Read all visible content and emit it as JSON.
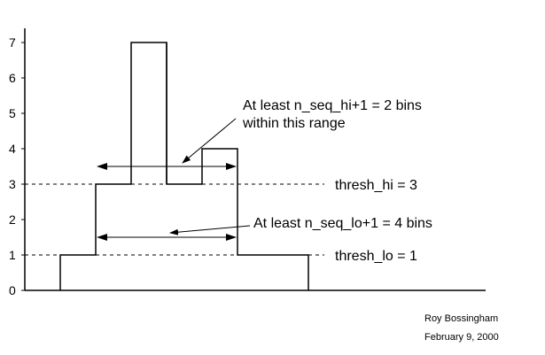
{
  "chart_data": {
    "type": "bar",
    "title": "",
    "xlabel": "",
    "ylabel": "",
    "ylim": [
      0,
      7
    ],
    "yticks": [
      "0",
      "1",
      "2",
      "3",
      "4",
      "5",
      "6",
      "7"
    ],
    "grid": false,
    "x": [
      1,
      2,
      3,
      4,
      5,
      6,
      7
    ],
    "values": [
      1,
      3,
      7,
      3,
      4,
      1,
      1
    ],
    "thresholds": [
      {
        "label": "thresh_hi = 3",
        "value": 3
      },
      {
        "label": "thresh_lo = 1",
        "value": 1
      }
    ],
    "annotations": [
      {
        "lines": [
          "At least  n_seq_hi+1 = 2 bins",
          "within this range"
        ],
        "range": [
          2,
          5
        ],
        "level": 3.5
      },
      {
        "lines": [
          "At least  n_seq_lo+1 = 4 bins"
        ],
        "range": [
          2,
          5
        ],
        "level": 1.5
      }
    ]
  },
  "colors": {
    "ink": "#000000",
    "background": "#ffffff"
  },
  "credit": {
    "author": "Roy Bossingham",
    "date": "February 9, 2000"
  }
}
